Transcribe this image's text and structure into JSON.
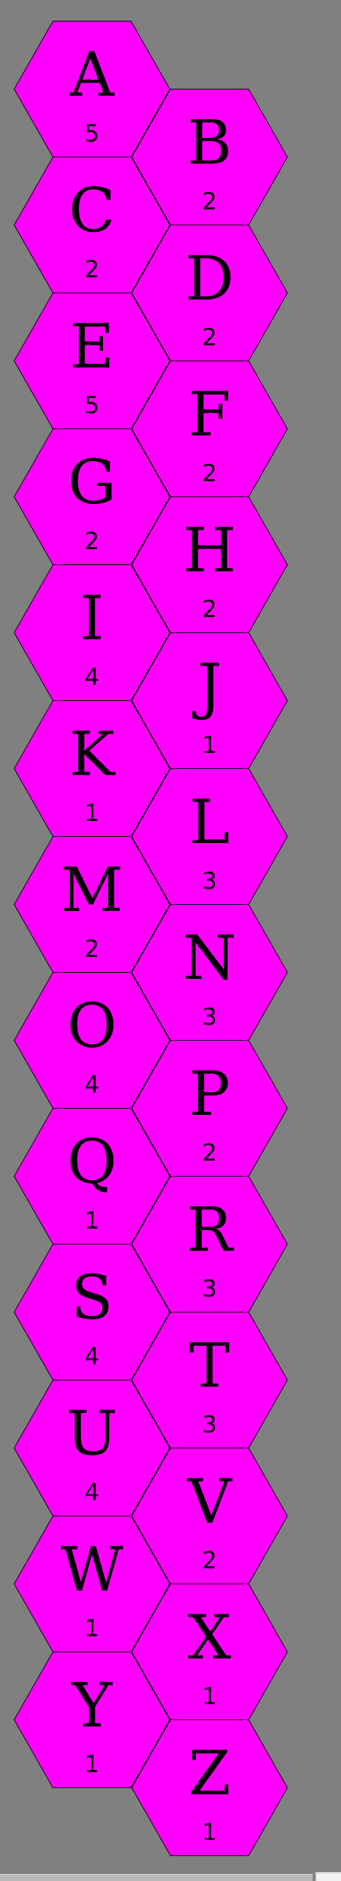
{
  "colors": {
    "background": "#808080",
    "tile_fill": "#ff00ff",
    "tile_stroke": "#000000",
    "text": "#000000"
  },
  "tiles": [
    {
      "letter": "A",
      "count": "5"
    },
    {
      "letter": "B",
      "count": "2"
    },
    {
      "letter": "C",
      "count": "2"
    },
    {
      "letter": "D",
      "count": "2"
    },
    {
      "letter": "E",
      "count": "5"
    },
    {
      "letter": "F",
      "count": "2"
    },
    {
      "letter": "G",
      "count": "2"
    },
    {
      "letter": "H",
      "count": "2"
    },
    {
      "letter": "I",
      "count": "4"
    },
    {
      "letter": "J",
      "count": "1"
    },
    {
      "letter": "K",
      "count": "1"
    },
    {
      "letter": "L",
      "count": "3"
    },
    {
      "letter": "M",
      "count": "2"
    },
    {
      "letter": "N",
      "count": "3"
    },
    {
      "letter": "O",
      "count": "4"
    },
    {
      "letter": "P",
      "count": "2"
    },
    {
      "letter": "Q",
      "count": "1"
    },
    {
      "letter": "R",
      "count": "3"
    },
    {
      "letter": "S",
      "count": "4"
    },
    {
      "letter": "T",
      "count": "3"
    },
    {
      "letter": "U",
      "count": "4"
    },
    {
      "letter": "V",
      "count": "2"
    },
    {
      "letter": "W",
      "count": "1"
    },
    {
      "letter": "X",
      "count": "1"
    },
    {
      "letter": "Y",
      "count": "1"
    },
    {
      "letter": "Z",
      "count": "1"
    }
  ]
}
